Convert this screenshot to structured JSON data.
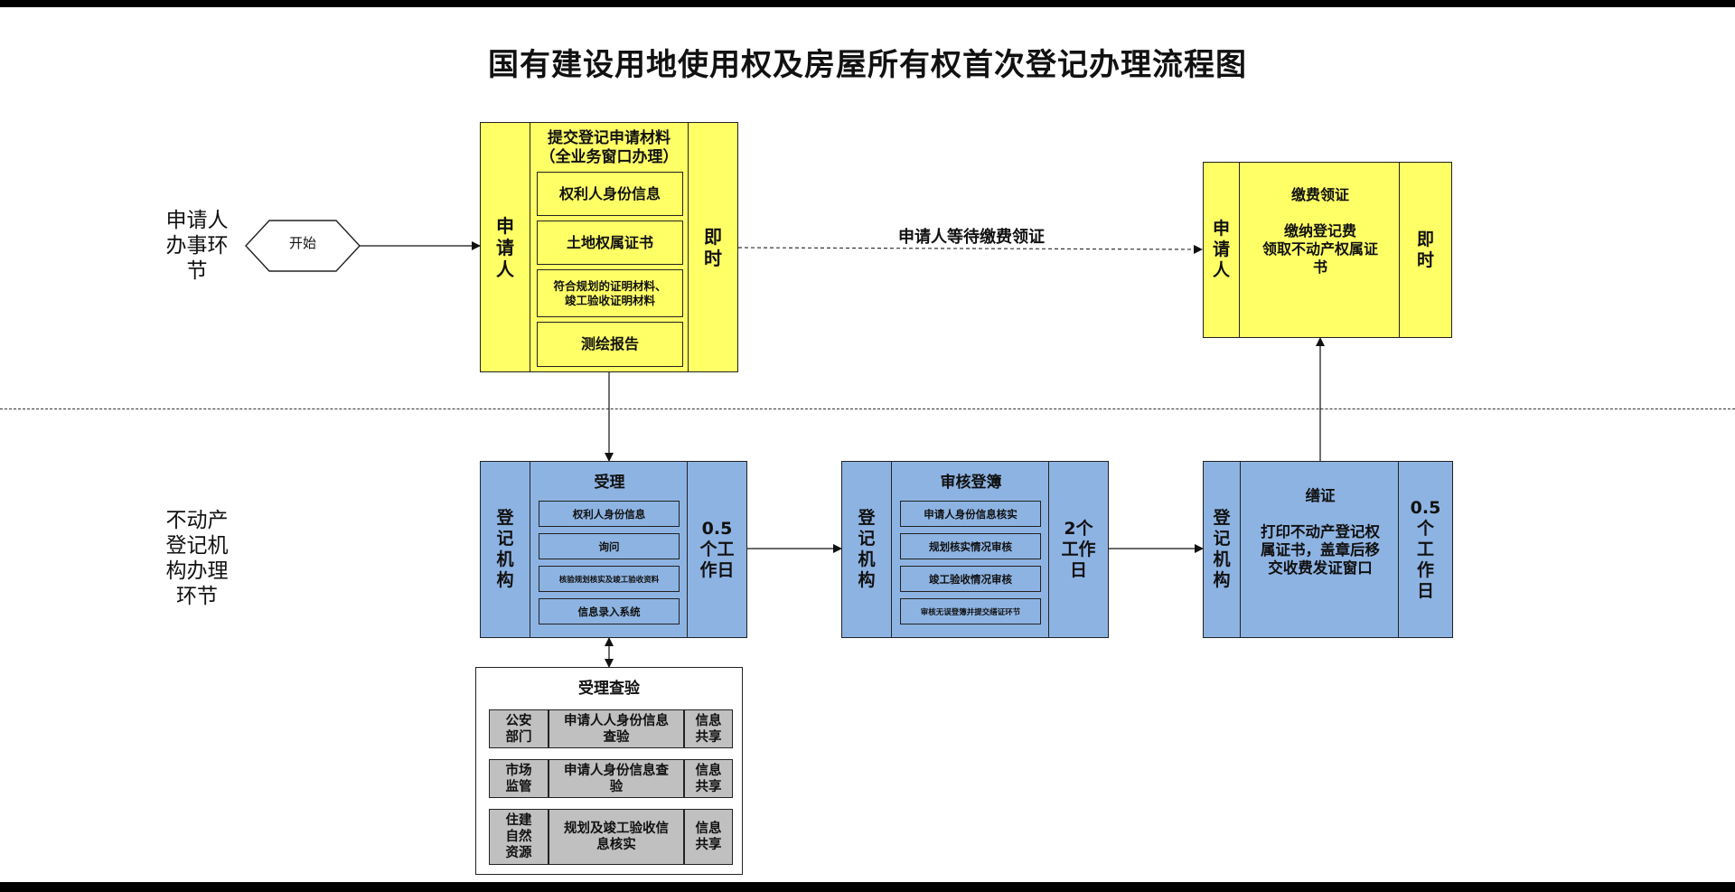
{
  "title": "国有建设用地使用权及房屋所有权首次登记办理流程图",
  "lanes": {
    "applicant": "申请人\n办事环\n节",
    "agency": "不动产\n登记机\n构办理\n环节"
  },
  "start": "开始",
  "dashed_label": "申请人等待缴费领证",
  "submit_box": {
    "actor": "申请人",
    "title": "提交登记申请材料\n（全业务窗口办理）",
    "items": [
      "权利人身份信息",
      "土地权属证书",
      "符合规划的证明材料、\n竣工验收证明材料",
      "测绘报告"
    ],
    "time": "即\n时"
  },
  "pay_box": {
    "actor": "申\n请\n人",
    "content": "缴费领证\n\n缴纳登记费\n领取不动产权属证\n书",
    "time": "即\n时"
  },
  "accept_box": {
    "actor": "登\n记\n机\n构",
    "title": "受理",
    "items": [
      "权利人身份信息",
      "询问",
      "核验规划核实及竣工验收资料",
      "信息录入系统"
    ],
    "time": "0.5\n个工\n作日"
  },
  "review_box": {
    "actor": "登\n记\n机\n构",
    "title": "审核登簿",
    "items": [
      "申请人身份信息核实",
      "规划核实情况审核",
      "竣工验收情况审核",
      "审核无误登簿并提交缮证环节"
    ],
    "time": "2个\n工作\n日"
  },
  "cert_box": {
    "actor": "登\n记\n机\n构",
    "content": "缮证\n\n打印不动产登记权\n属证书，盖章后移\n交收费发证窗口",
    "time": "0.5\n个\n工\n作\n日"
  },
  "verify_box": {
    "title": "受理查验",
    "rows": [
      {
        "dept": "公安\n部门",
        "task": "申请人人身份信息\n查验",
        "mode": "信息\n共享"
      },
      {
        "dept": "市场\n监管",
        "task": "申请人身份信息查\n验",
        "mode": "信息\n共享"
      },
      {
        "dept": "住建\n自然\n资源",
        "task": "规划及竣工验收信\n息核实",
        "mode": "信息\n共享"
      }
    ]
  }
}
